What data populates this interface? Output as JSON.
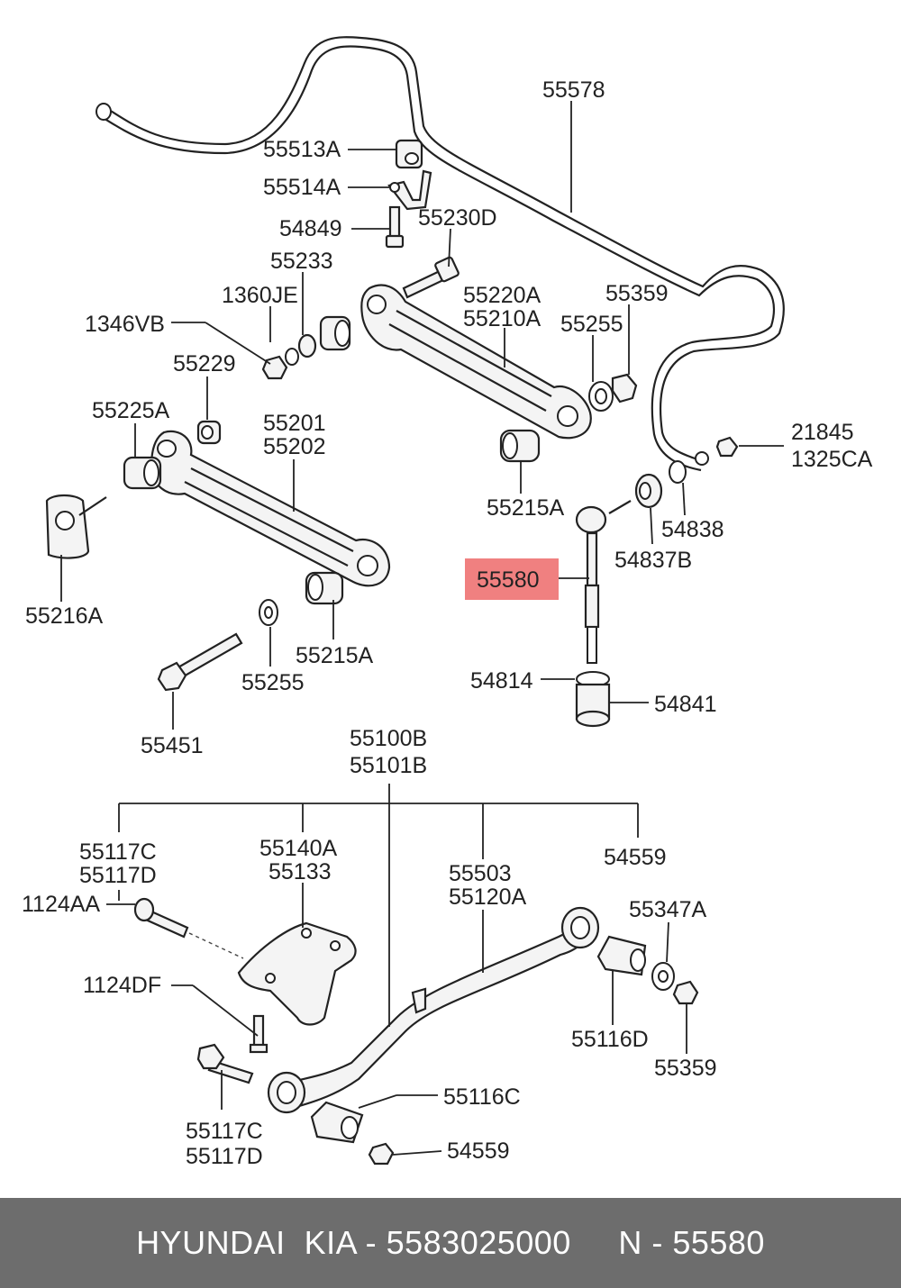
{
  "footer": {
    "text": "HYUNDAI  KIA - 5583025000     N - 55580"
  },
  "highlight_color": "#f08080",
  "labels": {
    "l55578": "55578",
    "l55513a": "55513A",
    "l55514a": "55514A",
    "l54849": "54849",
    "l55230d": "55230D",
    "l55233": "55233",
    "l1360je": "1360JE",
    "l1346vb": "1346VB",
    "l55220a": "55220A",
    "l55210a": "55210A",
    "l55359_top": "55359",
    "l55255_top": "55255",
    "l55229": "55229",
    "l55225a": "55225A",
    "l55201": "55201",
    "l55202": "55202",
    "l21845": "21845",
    "l1325ca": "1325CA",
    "l55215a_top": "55215A",
    "l54838": "54838",
    "l54837b": "54837B",
    "l55580": "55580",
    "l55216a": "55216A",
    "l55215a_low": "55215A",
    "l55255_low": "55255",
    "l54814": "54814",
    "l54841": "54841",
    "l55451": "55451",
    "l55100b": "55100B",
    "l55101b": "55101B",
    "l55117c_top": "55117C",
    "l55117d_top": "55117D",
    "l55140a": "55140A",
    "l55133": "55133",
    "l55503": "55503",
    "l55120a": "55120A",
    "l54559_top": "54559",
    "l1124aa": "1124AA",
    "l55347a": "55347A",
    "l1124df": "1124DF",
    "l55116d": "55116D",
    "l55359_low": "55359",
    "l55116c": "55116C",
    "l55117c_low": "55117C",
    "l55117d_low": "55117D",
    "l54559_low": "54559"
  }
}
